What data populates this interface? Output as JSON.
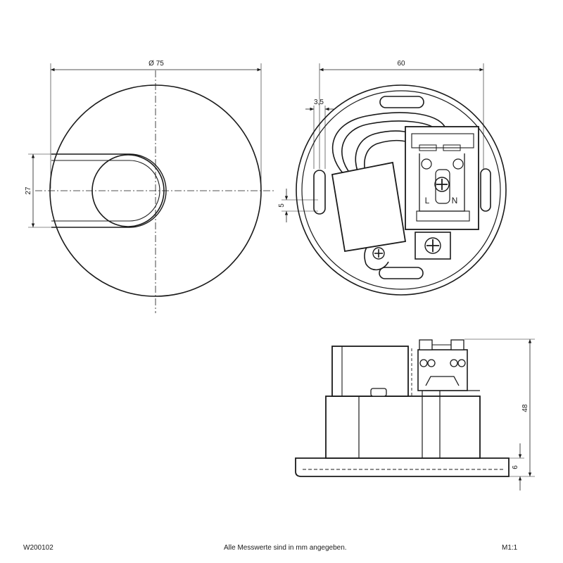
{
  "dimensions": {
    "diameter": "Ø 75",
    "width_60": "60",
    "offset_3_5": "3,5",
    "height_27": "27",
    "slot_5": "5",
    "height_48": "48",
    "base_6": "6"
  },
  "terminal_labels": {
    "left": "L",
    "right": "N"
  },
  "footer": {
    "code": "W200102",
    "note": "Alle Messwerte sind in mm angegeben.",
    "scale": "M1:1"
  }
}
